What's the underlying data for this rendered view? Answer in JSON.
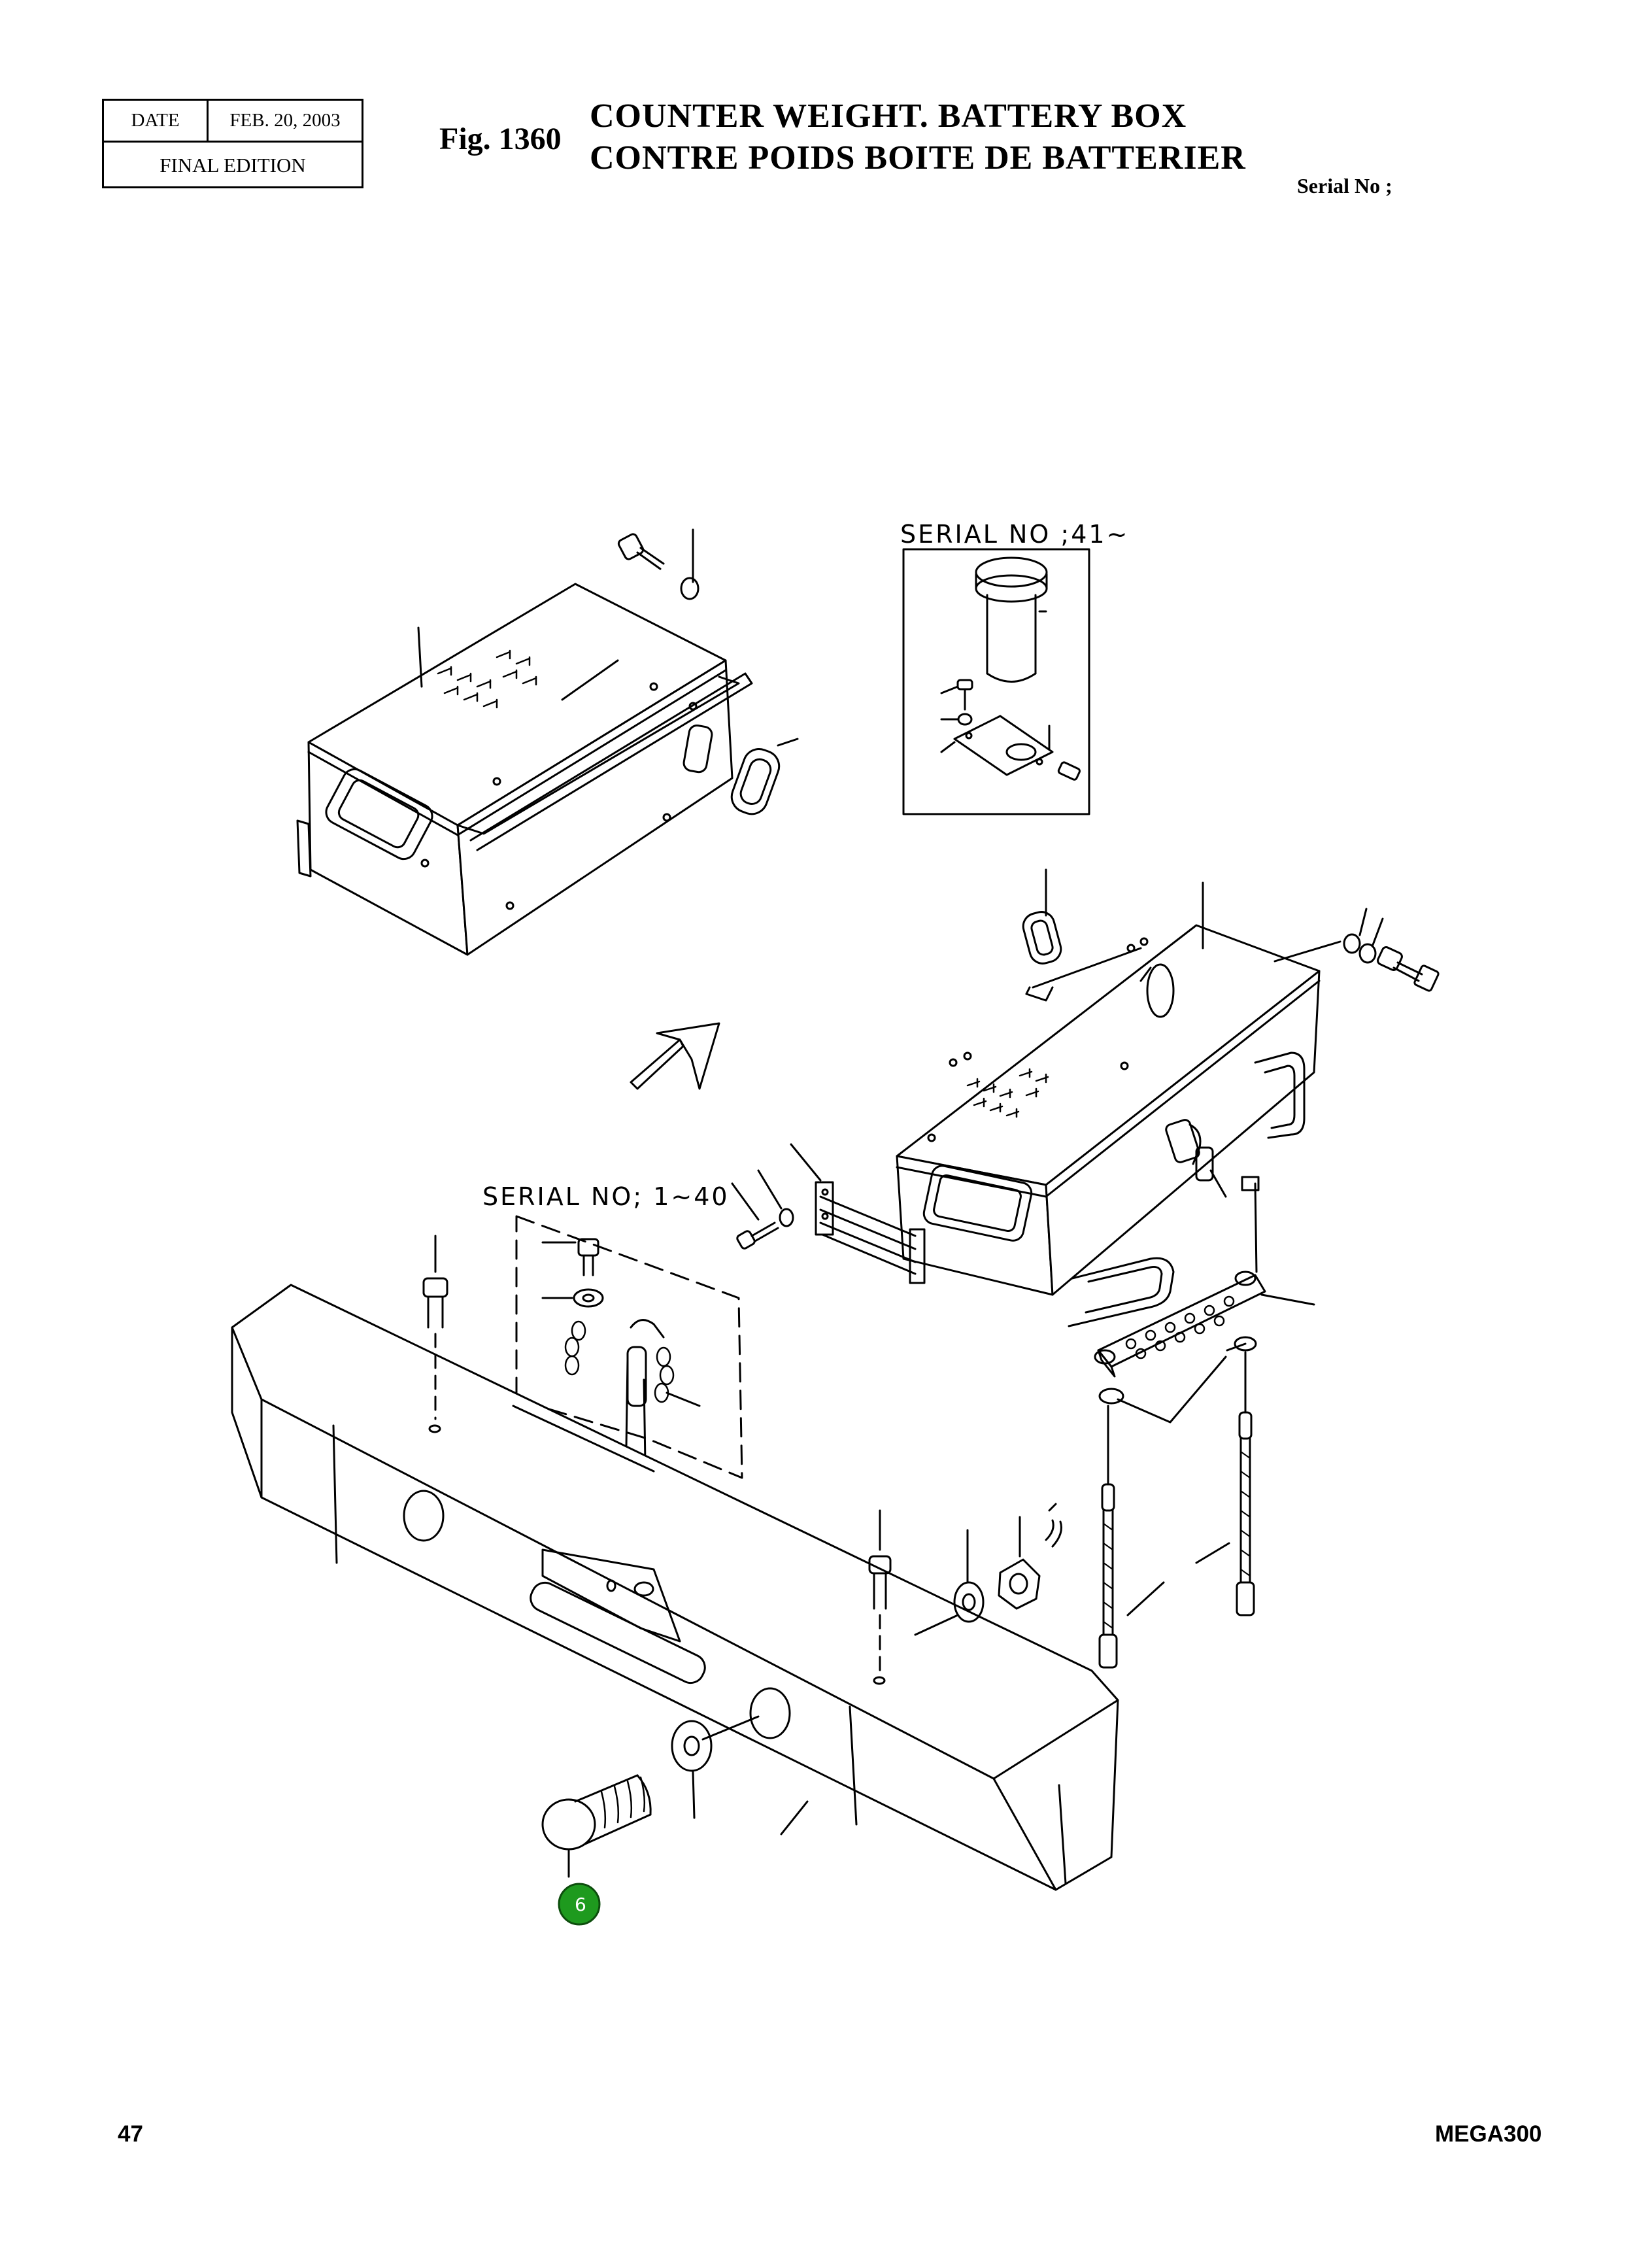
{
  "header": {
    "date_label": "DATE",
    "date_value": "FEB. 20, 2003",
    "edition": "FINAL EDITION",
    "fig_label": "Fig. 1360",
    "title_en": "COUNTER WEIGHT. BATTERY BOX",
    "title_fr": "CONTRE POIDS BOITE DE BATTERIER",
    "serial_label": "Serial No ;"
  },
  "diagram": {
    "inset_top_label": "SERIAL NO ;41~",
    "inset_bottom_label": "SERIAL NO; 1~40",
    "callout": {
      "number": "6",
      "color": "#1e9a1e"
    }
  },
  "footer": {
    "page_number": "47",
    "model": "MEGA300"
  }
}
